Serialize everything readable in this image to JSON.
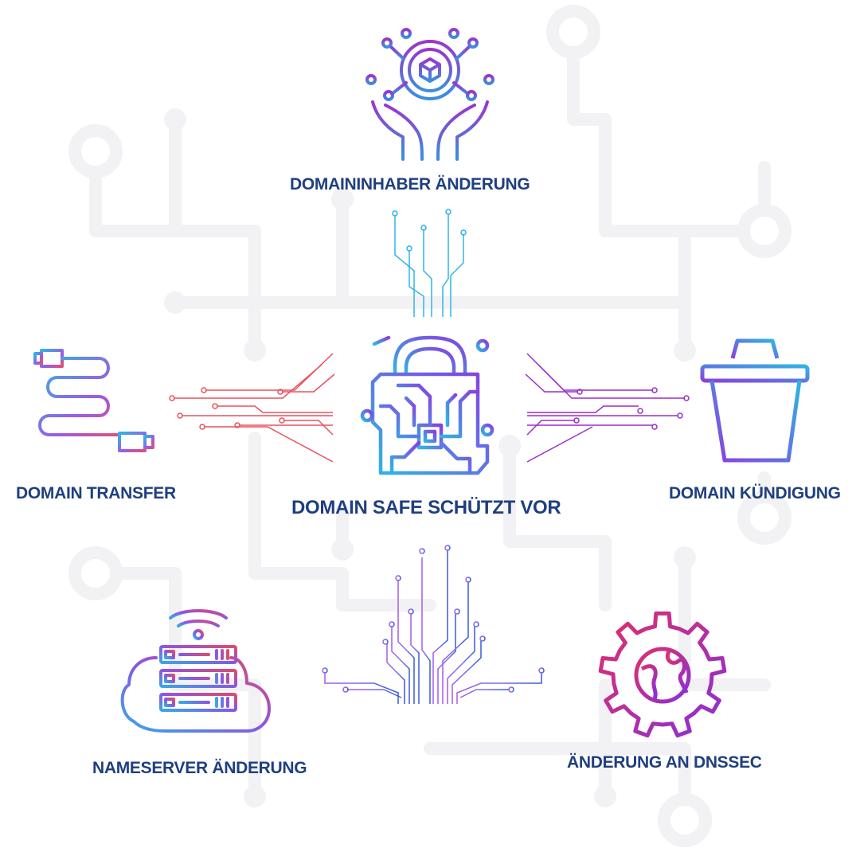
{
  "center": {
    "label": "DOMAIN SAFE SCHÜTZT VOR",
    "icon": "padlock-circuit-icon"
  },
  "items": [
    {
      "id": "owner",
      "label": "DOMAININHABER ÄNDERUNG",
      "icon": "hands-holding-cube-icon"
    },
    {
      "id": "transfer",
      "label": "DOMAIN TRANSFER",
      "icon": "usb-cable-icon"
    },
    {
      "id": "cancel",
      "label": "DOMAIN KÜNDIGUNG",
      "icon": "trash-bin-icon"
    },
    {
      "id": "nameserver",
      "label": "NAMESERVER ÄNDERUNG",
      "icon": "cloud-server-icon"
    },
    {
      "id": "dnssec",
      "label": "ÄNDERUNG AN DNSSEC",
      "icon": "gear-globe-icon"
    }
  ],
  "colors": {
    "text": "#1f3f7f",
    "background_circuit": "#f2f2f4",
    "gradient_blue": "#2fb5e6",
    "gradient_purple": "#7b3fe4",
    "gradient_magenta": "#c8249a",
    "gradient_red": "#e8525f"
  }
}
